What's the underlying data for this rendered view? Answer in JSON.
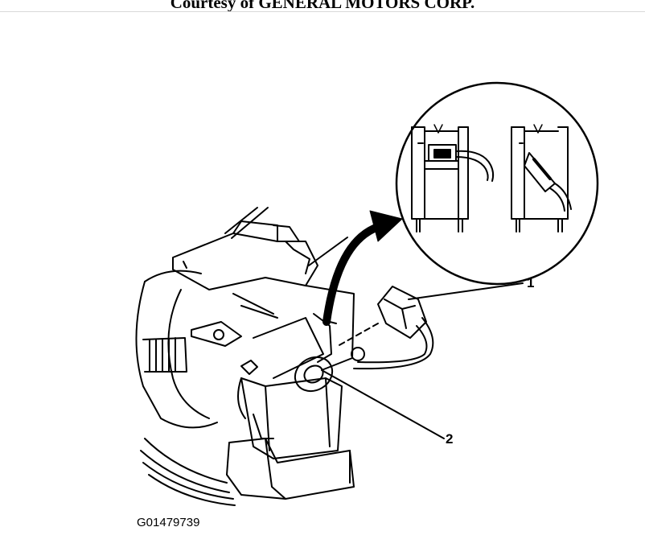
{
  "header": {
    "credit": "Courtesy of GENERAL MOTORS CORP."
  },
  "callouts": [
    {
      "id": "1",
      "label": "1"
    },
    {
      "id": "2",
      "label": "2"
    }
  ],
  "figure": {
    "id": "G01479739"
  }
}
